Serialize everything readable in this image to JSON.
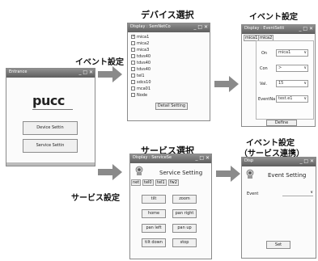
{
  "labels": {
    "device_select": "デバイス選択",
    "event_setting_top": "イベント設定",
    "event_setting_left": "イベント設定",
    "service_select": "サービス選択",
    "service_setting_left": "サービス設定",
    "event_setting_bottom_line1": "イベント設定",
    "event_setting_bottom_line2": "（サービス連携）"
  },
  "pucc_window": {
    "title": "Entrance",
    "logo": "pucc",
    "device_button": "Device Settin",
    "service_button": "Service Settin"
  },
  "device_window": {
    "title": "Display : SemNetCo",
    "items": [
      {
        "label": "mica1",
        "checked": true
      },
      {
        "label": "mica2",
        "checked": false
      },
      {
        "label": "mica3",
        "checked": false
      },
      {
        "label": "tdvs40",
        "checked": false
      },
      {
        "label": "tdvs40",
        "checked": false
      },
      {
        "label": "tdvs40",
        "checked": false
      },
      {
        "label": "tel1",
        "checked": false
      },
      {
        "label": "sdcs10",
        "checked": false
      },
      {
        "label": "mca01",
        "checked": false
      },
      {
        "label": "Node",
        "checked": false
      }
    ],
    "button": "Detail Setting"
  },
  "event_window_top": {
    "title": "Display : EventSetti",
    "tab": "mica1",
    "tab2": "mica2",
    "rows": [
      {
        "label": "On",
        "value": "mica1"
      },
      {
        "label": "Con",
        "value": ">"
      },
      {
        "label": "Val.",
        "value": "15"
      },
      {
        "label": "EventNa",
        "value": "test.e1"
      }
    ],
    "button": "Define"
  },
  "service_window": {
    "title": "Display : ServiceSe",
    "heading": "Service Setting",
    "tabs": [
      "net",
      "tel0",
      "tel1",
      "fw2"
    ],
    "buttons": [
      [
        "tilt",
        "zoom"
      ],
      [
        "home",
        "pan right"
      ],
      [
        "pan left",
        "pan up"
      ],
      [
        "tilt down",
        "stop"
      ]
    ]
  },
  "event_window_bottom": {
    "title": "Disp",
    "heading": "Event Setting",
    "row_label": "Event",
    "button": "Set"
  }
}
